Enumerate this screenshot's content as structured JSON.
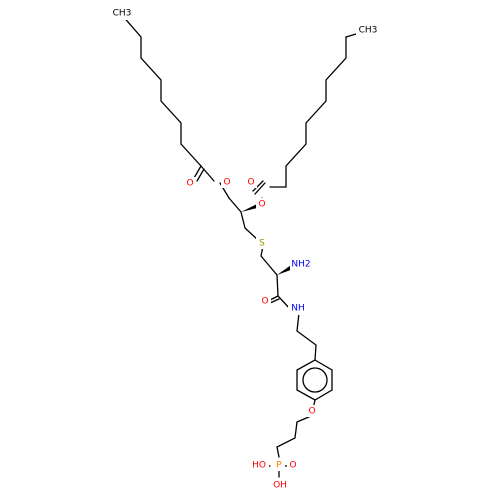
{
  "molecule": {
    "atoms": {
      "ch3_left": "CH3",
      "o_ester_left": "O",
      "o_carbonyl_left": "O",
      "o_ester_right": "O",
      "o_carbonyl_right": "O",
      "ch3_right": "CH3",
      "sulfur": "S",
      "amine": "NH2",
      "o_amide": "O",
      "nh_amide": "NH",
      "o_ether": "O",
      "phosphorus": "P",
      "o_phosphoryl": "O",
      "oh_top": "HO",
      "oh_bottom": "OH"
    },
    "colors": {
      "carbon": "#000000",
      "oxygen": "#ff0000",
      "nitrogen": "#0000ff",
      "sulfur": "#999900",
      "phosphorus": "#ff8000"
    }
  }
}
